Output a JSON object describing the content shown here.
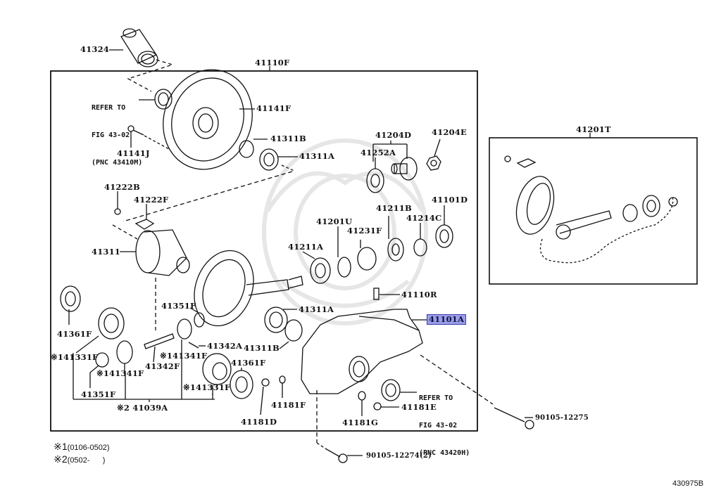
{
  "diagram": {
    "figure_id": "430975B",
    "highlight_color": "#9a9de8",
    "group_labels": {
      "main_assembly": "41110F",
      "kit_assembly": "41201T"
    },
    "parts": [
      {
        "id": "p41324",
        "label": "41324"
      },
      {
        "id": "p41110F",
        "label": "41110F"
      },
      {
        "id": "p41141F",
        "label": "41141F"
      },
      {
        "id": "p41141J",
        "label": "41141J"
      },
      {
        "id": "p41311B_top",
        "label": "41311B"
      },
      {
        "id": "p41311A_top",
        "label": "41311A"
      },
      {
        "id": "p41204D",
        "label": "41204D"
      },
      {
        "id": "p41204E",
        "label": "41204E"
      },
      {
        "id": "p41252A",
        "label": "41252A"
      },
      {
        "id": "p41222B",
        "label": "41222B"
      },
      {
        "id": "p41222F",
        "label": "41222F"
      },
      {
        "id": "p41201U",
        "label": "41201U"
      },
      {
        "id": "p41211B",
        "label": "41211B"
      },
      {
        "id": "p41214C",
        "label": "41214C"
      },
      {
        "id": "p41101D",
        "label": "41101D"
      },
      {
        "id": "p41231F",
        "label": "41231F"
      },
      {
        "id": "p41211A",
        "label": "41211A"
      },
      {
        "id": "p41311",
        "label": "41311"
      },
      {
        "id": "p41110R",
        "label": "41110R"
      },
      {
        "id": "p41351F_top",
        "label": "41351F"
      },
      {
        "id": "p41311A_mid",
        "label": "41311A"
      },
      {
        "id": "p41101A",
        "label": "41101A",
        "highlighted": true
      },
      {
        "id": "p41361F_left",
        "label": "41361F"
      },
      {
        "id": "p41342A",
        "label": "41342A"
      },
      {
        "id": "p41311B_mid",
        "label": "41311B"
      },
      {
        "id": "p41331F_left",
        "label": "41331F",
        "note_mark": "※1"
      },
      {
        "id": "p41341F_mid",
        "label": "41341F",
        "note_mark": "※1"
      },
      {
        "id": "p41342F",
        "label": "41342F"
      },
      {
        "id": "p41361F_right",
        "label": "41361F"
      },
      {
        "id": "p41341F_left",
        "label": "41341F",
        "note_mark": "※1"
      },
      {
        "id": "p41331F_right",
        "label": "41331F",
        "note_mark": "※1"
      },
      {
        "id": "p41351F_bottom",
        "label": "41351F"
      },
      {
        "id": "p41039A",
        "label": "41039A",
        "note_mark": "※2"
      },
      {
        "id": "p41181F",
        "label": "41181F"
      },
      {
        "id": "p41181E",
        "label": "41181E"
      },
      {
        "id": "p41181D",
        "label": "41181D"
      },
      {
        "id": "p41181G",
        "label": "41181G"
      },
      {
        "id": "p90105_12275",
        "label": "90105-12275"
      },
      {
        "id": "p90105_12274",
        "label": "90105-12274(2)"
      }
    ],
    "references": [
      {
        "id": "ref_top",
        "lines": [
          "REFER TO",
          "FIG 43-02",
          "(PNC 43410M)"
        ]
      },
      {
        "id": "ref_bottom",
        "lines": [
          "REFER TO",
          "FIG 43-02",
          "(PNC 43420H)"
        ]
      }
    ],
    "notes": [
      {
        "mark": "※1",
        "text": "(0106-0502)"
      },
      {
        "mark": "※2",
        "text": "(0502-      )"
      }
    ]
  }
}
